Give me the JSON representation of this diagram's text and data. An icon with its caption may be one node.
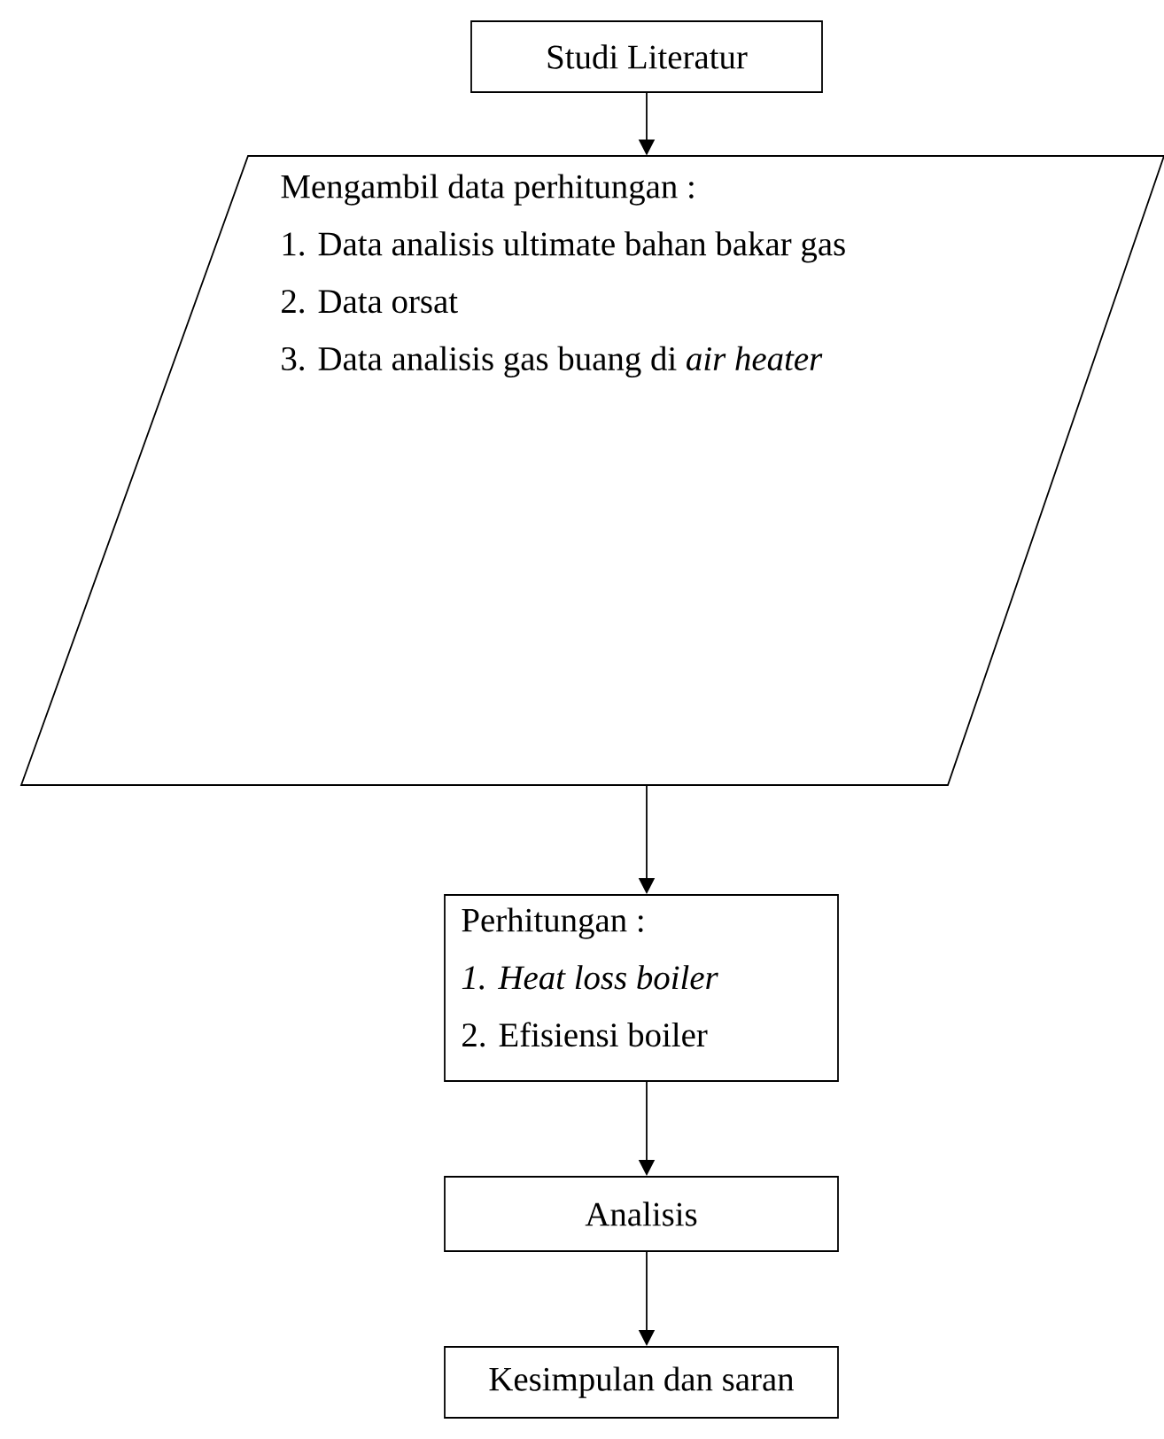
{
  "diagram": {
    "nodes": [
      {
        "text": [
          "Studi Literatur"
        ]
      },
      {
        "text": [
          "Mengambil data perhitungan :",
          "1. Data analisis ultimate bahan bakar gas",
          "2. Data orsat",
          "3. Data analisis gas buang di *air heater*"
        ]
      },
      {
        "text": [
          "Perhitungan :",
          "*1. Heat loss boiler*",
          "2. Efisiensi boiler"
        ]
      },
      {
        "text": [
          "Analisis"
        ]
      },
      {
        "text": [
          "Kesimpulan dan saran"
        ]
      }
    ],
    "edges": [
      {
        "from": 0,
        "to": 1,
        "arrow": "to"
      },
      {
        "from": 1,
        "to": 2,
        "arrow": "to"
      },
      {
        "from": 2,
        "to": 3,
        "arrow": "to"
      },
      {
        "from": 3,
        "to": 4,
        "arrow": "to"
      }
    ]
  }
}
